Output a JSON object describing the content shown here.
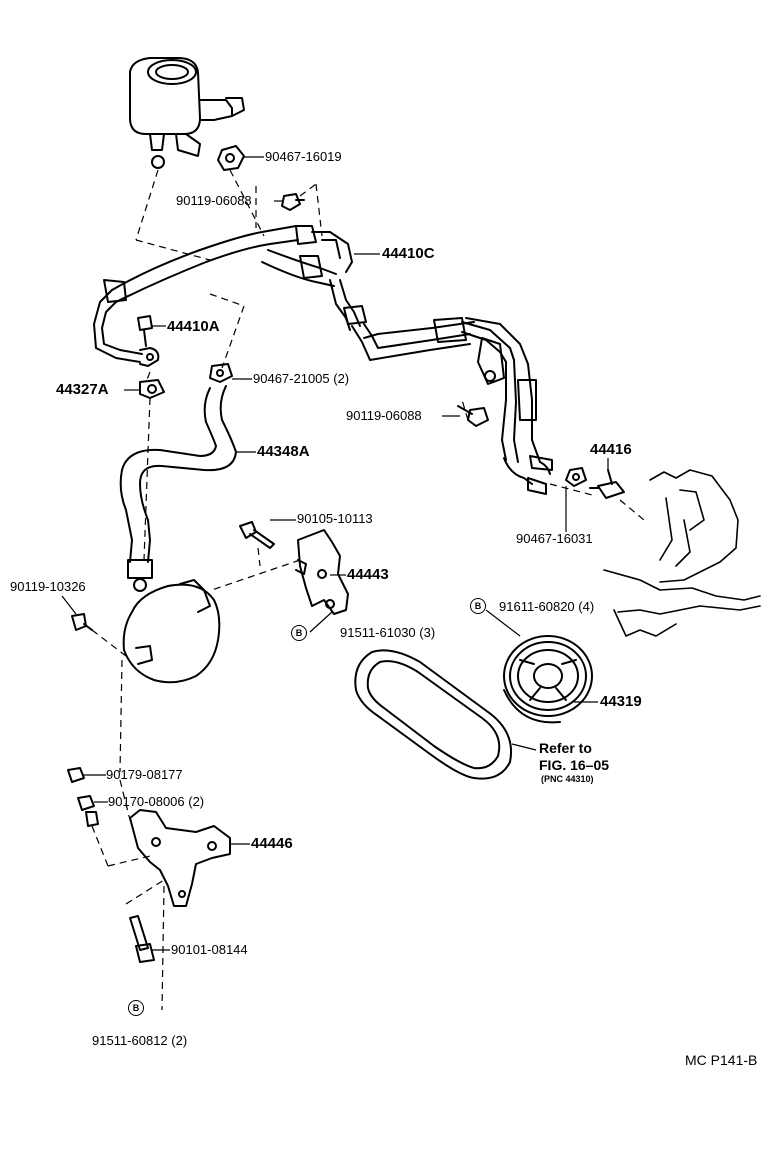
{
  "labels": {
    "p90467_16019": "90467-16019",
    "p90119_06088_top": "90119-06088",
    "p44410C": "44410C",
    "p44410A": "44410A",
    "p44327A": "44327A",
    "p90467_21005": "90467-21005 (2)",
    "p90119_06088_mid": "90119-06088",
    "p44348A": "44348A",
    "p44416": "44416",
    "p90105_10113": "90105-10113",
    "p90467_16031": "90467-16031",
    "p44443": "44443",
    "p90119_10326": "90119-10326",
    "p91611_60820": "91611-60820 (4)",
    "p91511_61030": "91511-61030 (3)",
    "p44319": "44319",
    "refer_line1": "Refer to",
    "refer_line2": "FIG. 16–05",
    "refer_line3": "(PNC 44310)",
    "p90179_08177": "90179-08177",
    "p90170_08006": "90170-08006 (2)",
    "p44446": "44446",
    "p90101_08144": "90101-08144",
    "p91511_60812": "91511-60812 (2)"
  },
  "marks": {
    "b": "B"
  },
  "figure_code": "MC P141-B"
}
